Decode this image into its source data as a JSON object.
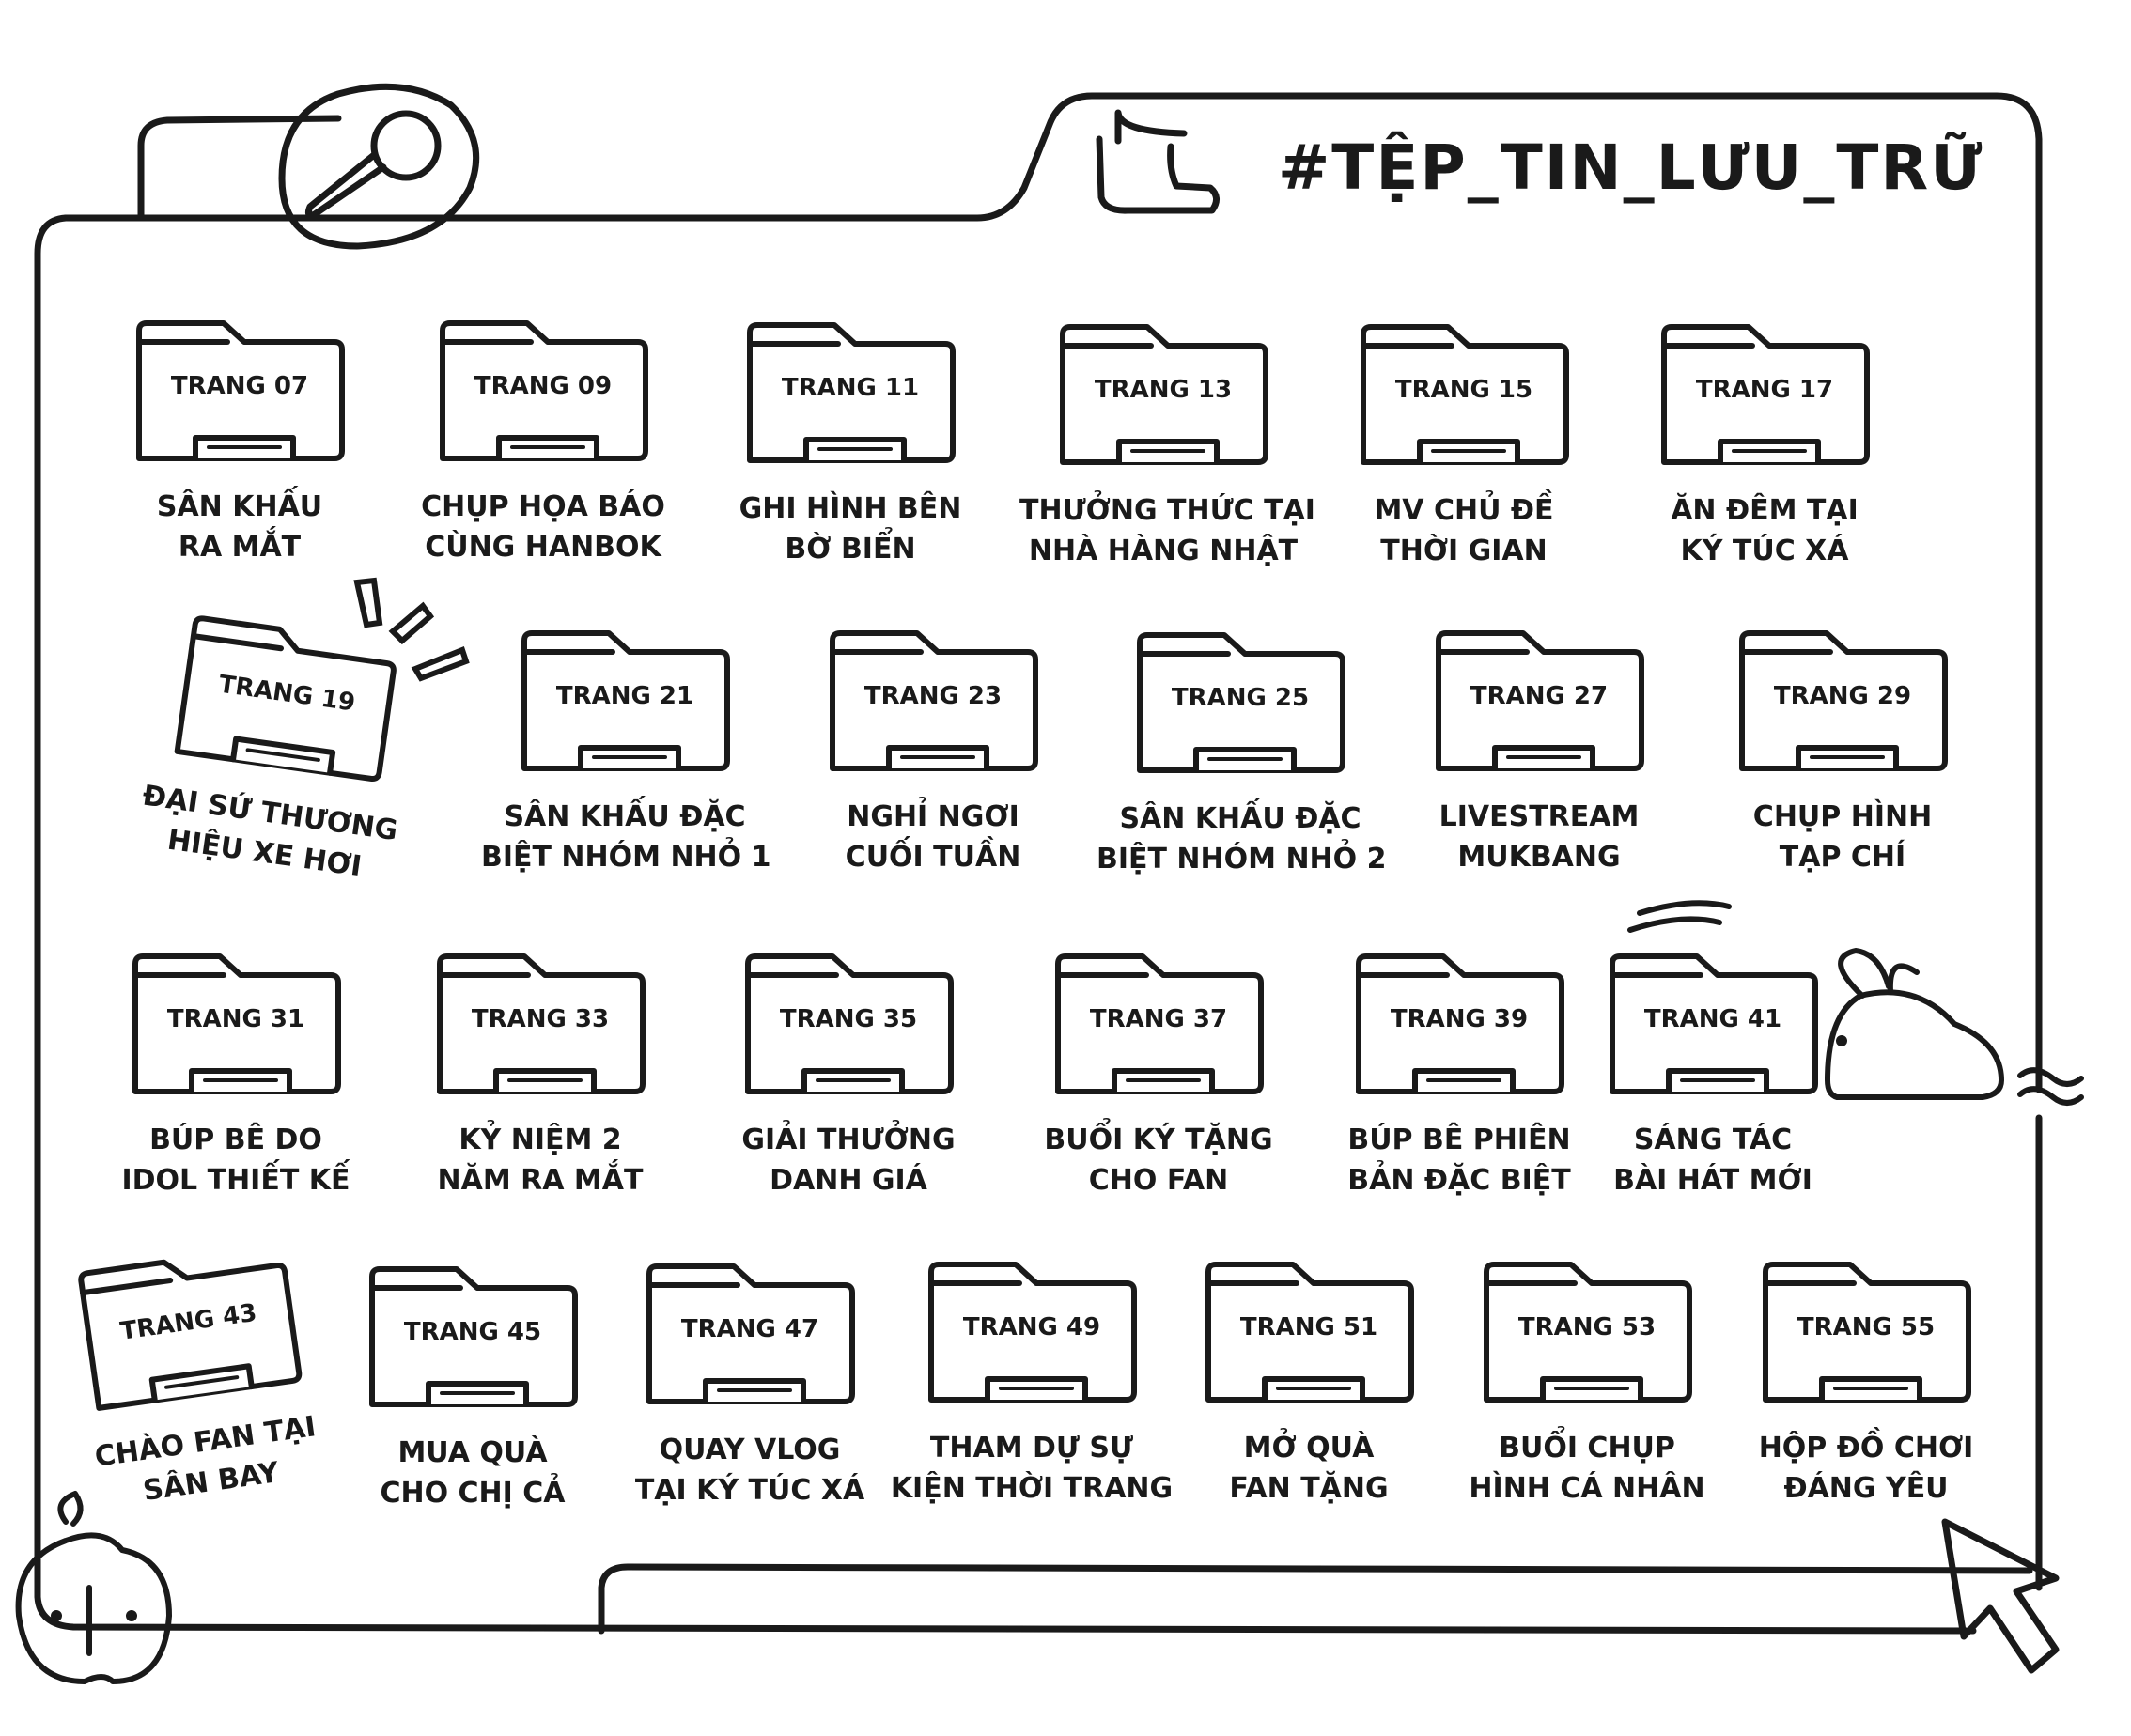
{
  "title": "#TỆP_TIN_LƯU_TRỮ",
  "decorations": {
    "microphone": "microphone-icon",
    "tab_hook": "file-tab-icon",
    "bunny": "bunny-icon",
    "peach": "peach-icon",
    "cursor": "cursor-arrow-icon",
    "line_color": "#1a1a1a",
    "paper_color": "#ffffff"
  },
  "folders": [
    {
      "page": "TRANG 07",
      "caption": [
        "SÂN KHẤU",
        "RA MẮT"
      ]
    },
    {
      "page": "TRANG 09",
      "caption": [
        "CHỤP HỌA BÁO",
        "CÙNG HANBOK"
      ]
    },
    {
      "page": "TRANG 11",
      "caption": [
        "GHI HÌNH BÊN",
        "BỜ BIỂN"
      ]
    },
    {
      "page": "TRANG 13",
      "caption": [
        "THƯỞNG THỨC TẠI",
        "NHÀ HÀNG NHẬT"
      ]
    },
    {
      "page": "TRANG 15",
      "caption": [
        "MV CHỦ ĐỀ",
        "THỜI GIAN"
      ]
    },
    {
      "page": "TRANG 17",
      "caption": [
        "ĂN ĐÊM TẠI",
        "KÝ TÚC XÁ"
      ]
    },
    {
      "page": "TRANG 19",
      "caption": [
        "ĐẠI SỨ THƯƠNG",
        "HIỆU XE HƠI"
      ]
    },
    {
      "page": "TRANG 21",
      "caption": [
        "SÂN KHẤU ĐẶC",
        "BIỆT NHÓM NHỎ 1"
      ]
    },
    {
      "page": "TRANG 23",
      "caption": [
        "NGHỈ NGƠI",
        "CUỐI TUẦN"
      ]
    },
    {
      "page": "TRANG 25",
      "caption": [
        "SÂN KHẤU ĐẶC",
        "BIỆT NHÓM NHỎ 2"
      ]
    },
    {
      "page": "TRANG 27",
      "caption": [
        "LIVESTREAM",
        "MUKBANG"
      ]
    },
    {
      "page": "TRANG 29",
      "caption": [
        "CHỤP HÌNH",
        "TẠP CHÍ"
      ]
    },
    {
      "page": "TRANG 31",
      "caption": [
        "BÚP BÊ DO",
        "IDOL THIẾT KẾ"
      ]
    },
    {
      "page": "TRANG 33",
      "caption": [
        "KỶ NIỆM 2",
        "NĂM RA MẮT"
      ]
    },
    {
      "page": "TRANG 35",
      "caption": [
        "GIẢI THƯỞNG",
        "DANH GIÁ"
      ]
    },
    {
      "page": "TRANG 37",
      "caption": [
        "BUỔI KÝ TẶNG",
        "CHO FAN"
      ]
    },
    {
      "page": "TRANG 39",
      "caption": [
        "BÚP BÊ PHIÊN",
        "BẢN ĐẶC BIỆT"
      ]
    },
    {
      "page": "TRANG 41",
      "caption": [
        "SÁNG TÁC",
        "BÀI HÁT MỚI"
      ]
    },
    {
      "page": "TRANG 43",
      "caption": [
        "CHÀO FAN TẠI",
        "SÂN BAY"
      ]
    },
    {
      "page": "TRANG 45",
      "caption": [
        "MUA QUÀ",
        "CHO CHỊ CẢ"
      ]
    },
    {
      "page": "TRANG 47",
      "caption": [
        "QUAY VLOG",
        "TẠI KÝ TÚC XÁ"
      ]
    },
    {
      "page": "TRANG 49",
      "caption": [
        "THAM DỰ SỰ",
        "KIỆN THỜI TRANG"
      ]
    },
    {
      "page": "TRANG 51",
      "caption": [
        "MỞ QUÀ",
        "FAN TẶNG"
      ]
    },
    {
      "page": "TRANG 53",
      "caption": [
        "BUỔI CHỤP",
        "HÌNH CÁ NHÂN"
      ]
    },
    {
      "page": "TRANG 55",
      "caption": [
        "HỘP ĐỒ CHƠI",
        "ĐÁNG YÊU"
      ]
    }
  ]
}
